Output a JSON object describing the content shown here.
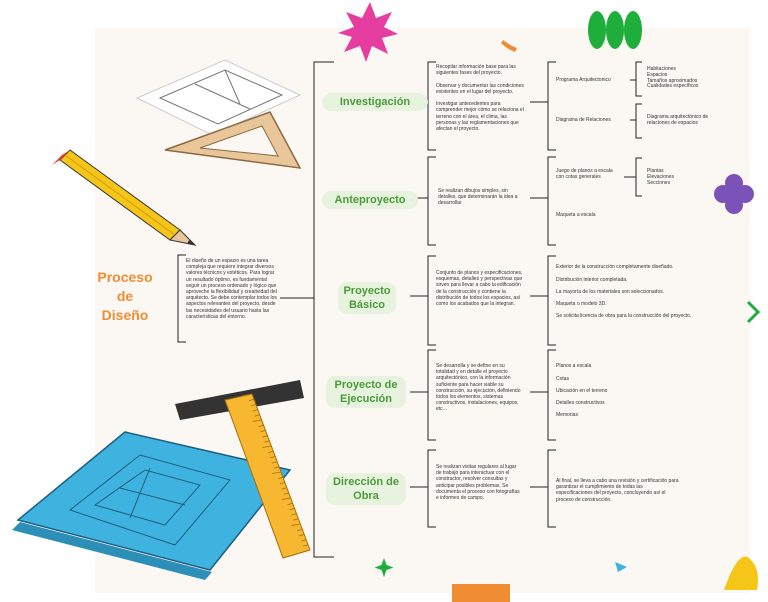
{
  "main": {
    "title_line1": "Proceso",
    "title_line2": "de",
    "title_line3": "Diseño",
    "description": "El diseño de un espacio es una tarea compleja que requiere integrar diversos valores técnicos y estéticos. Para lograr un resultado óptimo, es fundamental seguir un proceso ordenado y lógico que aproveche la flexibilidad y creatividad del arquitecto. Se debe contemplar todos los aspectos relevantes del proyecto, desde las necesidades del usuario hasta las características del entorno."
  },
  "stages": [
    {
      "name": "Investigación",
      "description": "Recopilar información base para las siguientes fases del proyecto.\n\nObservar y documentar las condiciones existentes en el lugar del proyecto.\n\nInvestigar antecedentes para comprender mejor cómo se relaciona el terreno con el área, el clima, las personas y las reglamentaciones que afectan el proyecto.",
      "items": [
        "Programa Arquitectonico",
        "Diagrama de Relaciones"
      ],
      "subitems": [
        "Habitaciones\nEspacios\nTamaños aproximados\nCualidades específicos",
        "Diagrama arquitectónico de relaciones de espacios"
      ]
    },
    {
      "name": "Anteproyecto",
      "description": "Se realizan dibujos simples, sin detalles, que determinarán la idea a desarrollar",
      "items": [
        "Juego de planos a escala con cotas generales",
        "Maqueta a escala"
      ],
      "subitems": [
        "Plantas\nElevaciones\nSecciones"
      ]
    },
    {
      "name_line1": "Proyecto",
      "name_line2": "Básico",
      "description": "Conjunto de planos y especificaciones, esquemas, detalles y perspectivas que sirven para llevar a cabo la edificación de la construcción y contiene la distribución de todos los espacios, así como los acabados que la integran.",
      "items": [
        "Exterior de la construcción completamente diseñado.",
        "Distribución interior completada.",
        "La mayoría de los materiales son seleccionados.",
        "Maqueta o modelo 3D.",
        "Se solicita licencia de obra para la construcción del proyecto."
      ]
    },
    {
      "name_line1": "Proyecto de",
      "name_line2": "Ejecución",
      "description": "Se desarrolla y se define en su totalidad y en detalle el proyecto arquitectónico, con la información suficiente para hacer viable su construcción, su ejecución, definiendo todos los elementos, sistemas constructivos, instalaciones, equipos, etc...",
      "items": [
        "Planos a escala",
        "Cotas",
        "Ubicación en el terreno",
        "Detalles constructivos",
        "Memorias"
      ]
    },
    {
      "name_line1": "Dirección de",
      "name_line2": "Obra",
      "description": "Se realizan visitas regulares al lugar de trabajo para interactuar con el constructor, resolver consultas y anticipar posibles problemas. Se documenta el proceso con fotografías e informes de campo.",
      "items": [
        "Al final, se lleva a cabo una revisión y certificación para garantizar el cumplimiento de todas las especificaciones del proyecto, concluyendo así el proceso de construcción."
      ]
    }
  ],
  "colors": {
    "orange": "#f08c32",
    "green": "#4a9b3a",
    "pill_bg": "#e8f3df",
    "line": "#222222",
    "purple": "#7b52b8",
    "pink": "#e63ea0",
    "blueprint": "#3fb3e0",
    "ruler": "#f7b731",
    "yellow": "#f5c518"
  }
}
